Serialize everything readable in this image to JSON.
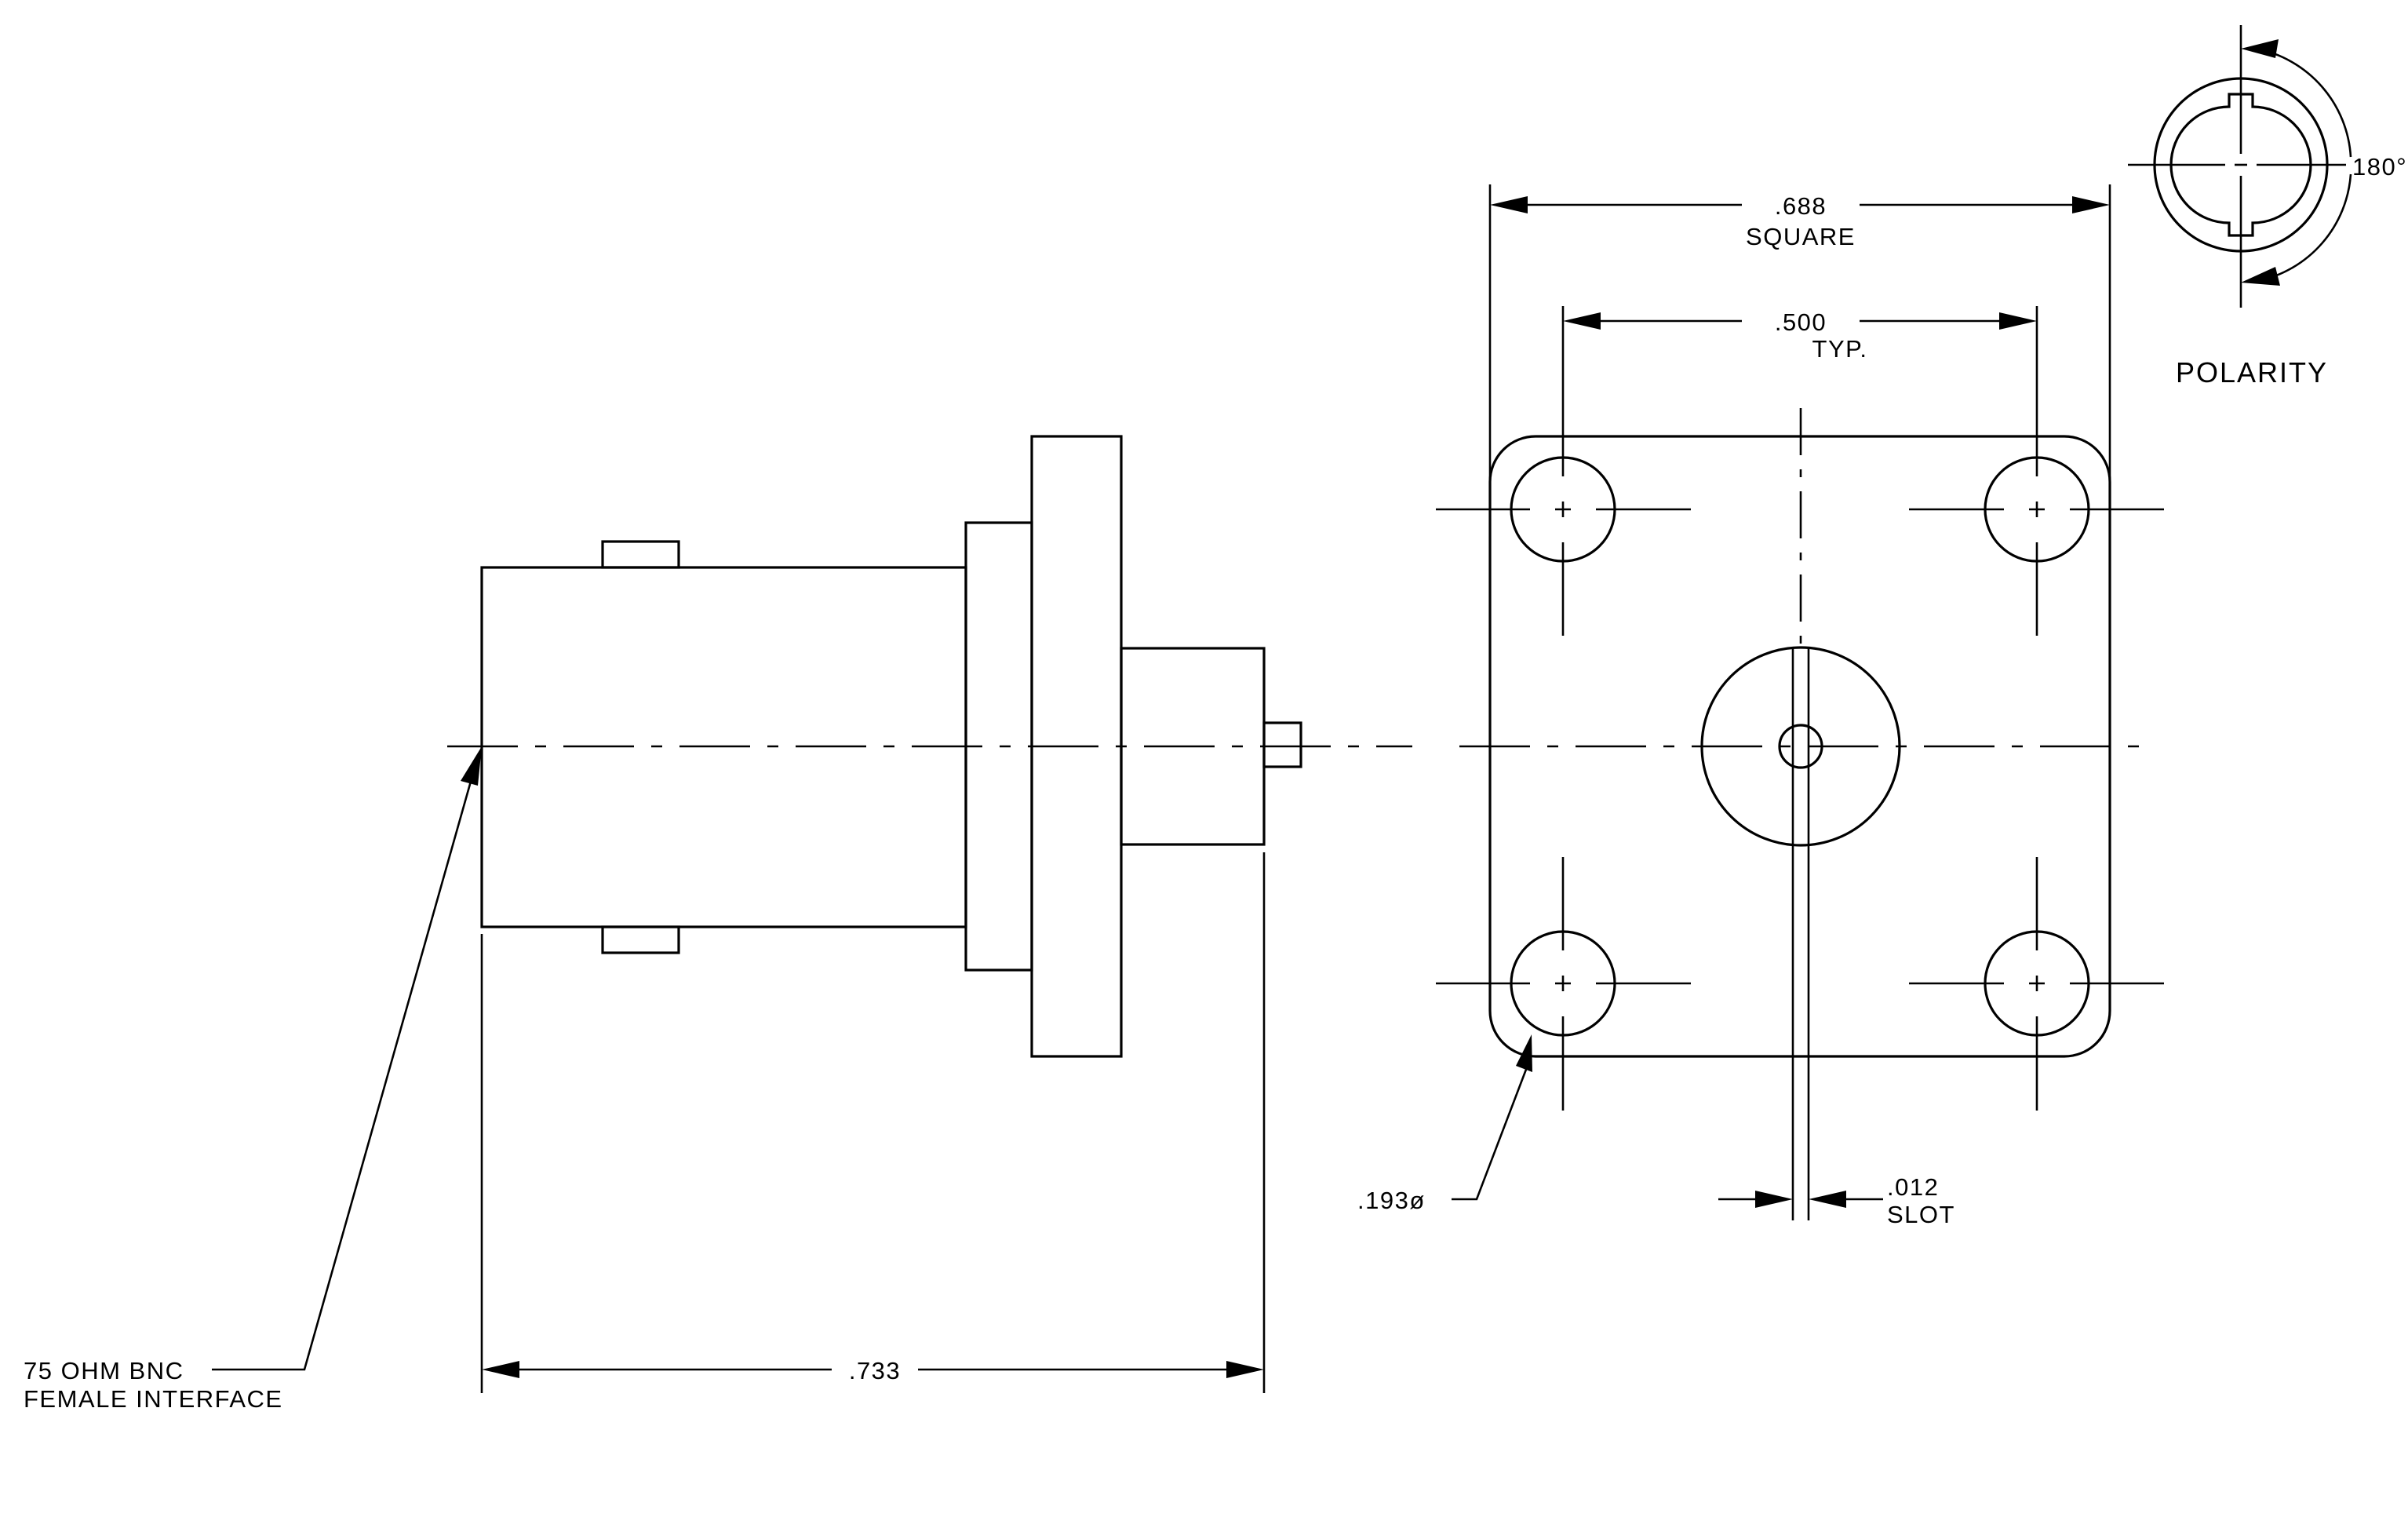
{
  "labels": {
    "interface_line1": "75 OHM BNC",
    "interface_line2": "FEMALE INTERFACE",
    "length": ".733",
    "square_value": ".688",
    "square_word": "SQUARE",
    "spacing_value": ".500",
    "spacing_word": "TYP.",
    "hole_dia": ".193ø",
    "slot_value": ".012",
    "slot_word": "SLOT",
    "polarity": "POLARITY",
    "angle": "180°"
  }
}
